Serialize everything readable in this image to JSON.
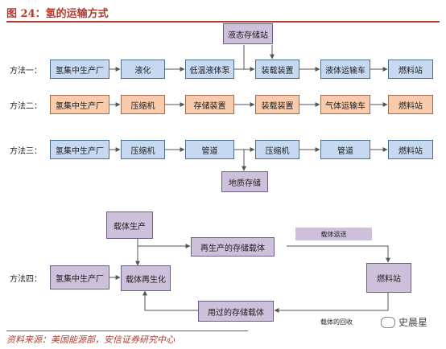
{
  "header": {
    "title": "图 24：氢的运输方式"
  },
  "source": "资料来源：美国能源部，安信证券研究中心",
  "watermark": {
    "text": "史晨星",
    "icon": "wechat-icon"
  },
  "methods": {
    "m1": {
      "label": "方法一：",
      "nodes": [
        "氢集中生产厂",
        "液化",
        "低温液体泵",
        "装载装置",
        "液体运输车",
        "燃料站"
      ],
      "branch": "液态存储站"
    },
    "m2": {
      "label": "方法二：",
      "nodes": [
        "氢集中生产厂",
        "压缩机",
        "存储装置",
        "装载装置",
        "气体运输车",
        "燃料站"
      ]
    },
    "m3": {
      "label": "方法三：",
      "nodes": [
        "氢集中生产厂",
        "压缩机",
        "管道",
        "压缩机",
        "管道",
        "燃料站"
      ],
      "branch": "地质存储"
    },
    "m4": {
      "label": "方法四：",
      "plant": "氢集中生产厂",
      "carrier_production": "载体生产",
      "regeneration": "载体再生化",
      "regenerated_carrier": "再生产的存储载体",
      "carrier_transport": "载体运送",
      "station": "燃料站",
      "used_carrier": "用过的存储载体",
      "carrier_return": "载体的回收"
    }
  },
  "colors": {
    "blue_fill": "#c6d9f1",
    "peach_fill": "#f8cbad",
    "lavender_fill": "#ccc0da",
    "border": "#4f6f93",
    "title_red": "#b03a2e"
  }
}
